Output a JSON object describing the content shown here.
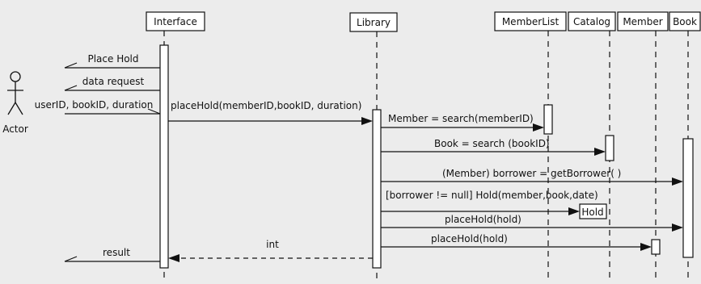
{
  "actor": {
    "label": "Actor"
  },
  "lifelines": {
    "interface": "Interface",
    "library": "Library",
    "memberlist": "MemberList",
    "catalog": "Catalog",
    "member": "Member",
    "book": "Book"
  },
  "messages": {
    "place_hold": "Place Hold",
    "data_request": "data request",
    "user_input": "userID, bookID, duration",
    "place_hold_call": "placeHold(memberID,bookID, duration)",
    "search_member": "Member = search(memberID)",
    "search_book": "Book = search (bookID)",
    "get_borrower": "(Member) borrower = getBorrower( )",
    "create_hold": "[borrower != null] Hold(member,book,date)",
    "book_place_hold": "placeHold(hold)",
    "member_place_hold": "placeHold(hold)",
    "return_int": "int",
    "result": "result"
  },
  "created_object": {
    "label": "Hold"
  }
}
